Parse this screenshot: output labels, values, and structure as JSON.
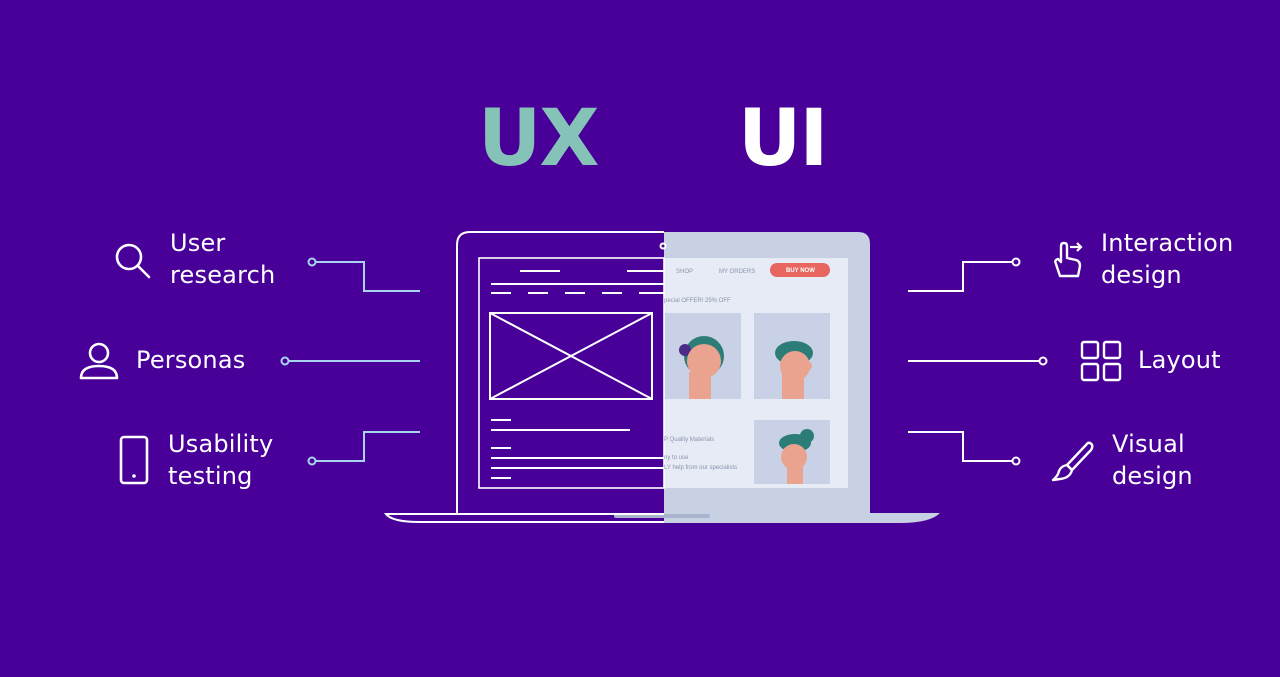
{
  "headings": {
    "ux": "UX",
    "ui": "UI"
  },
  "features_left": [
    {
      "line1": "User",
      "line2": "research",
      "icon": "search-icon"
    },
    {
      "line1": "Personas",
      "line2": "",
      "icon": "user-icon"
    },
    {
      "line1": "Usability",
      "line2": "testing",
      "icon": "smartphone-icon"
    }
  ],
  "features_right": [
    {
      "line1": "Interaction",
      "line2": "design",
      "icon": "hand-pointer-icon"
    },
    {
      "line1": "Layout",
      "line2": "",
      "icon": "grid-icon"
    },
    {
      "line1": "Visual",
      "line2": "design",
      "icon": "paint-brush-icon"
    }
  ],
  "mockup": {
    "nav_shop": "SHOP",
    "nav_orders": "MY ORDERS",
    "buy_button": "BUY NOW",
    "offer": "pecial OFFER! 25% OFF",
    "quality": "P Quality Materials",
    "easy": "ny to use",
    "help": "LY help from our specialists"
  },
  "colors": {
    "background": "#480099",
    "ux_accent": "#85c2b8",
    "connector": "#a9d4f0",
    "mockup_panel": "#c8d0e4",
    "buy_button": "#e8665f",
    "hair": "#2c7d78",
    "skin": "#eaa38f"
  }
}
